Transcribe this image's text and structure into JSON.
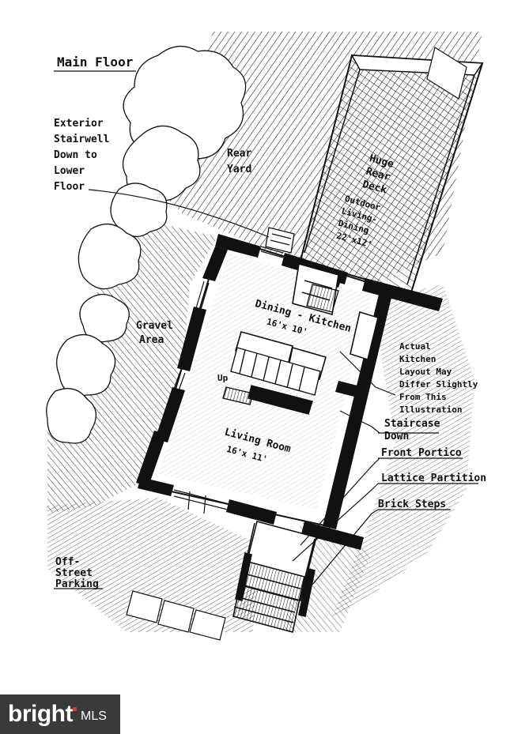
{
  "title": "Main Floor",
  "labels": {
    "exterior_stairwell": [
      "Exterior",
      "Stairwell",
      "Down to",
      "Lower",
      "Floor"
    ],
    "rear_yard": [
      "Rear",
      "Yard"
    ],
    "huge_rear_deck": [
      "Huge",
      "Rear",
      "Deck"
    ],
    "outdoor": [
      "Outdoor",
      "Living-",
      "Dining"
    ],
    "deck_size": "22'x12'",
    "gravel_area": [
      "Gravel",
      "Area"
    ],
    "dining_kitchen": "Dining - Kitchen",
    "dining_kitchen_size": "16'x 10'",
    "up": "Up",
    "living_room": "Living Room",
    "living_room_size": "16'x 11'",
    "kitchen_note": [
      "Actual",
      "Kitchen",
      "Layout May",
      "Differ Slightly",
      "From This",
      "Illustration"
    ],
    "staircase_down": [
      "Staircase",
      "Down"
    ],
    "front_portico": "Front Portico",
    "lattice_partition": "Lattice Partition",
    "brick_steps": "Brick Steps",
    "off_street_parking": [
      "Off-",
      "Street",
      "Parking"
    ]
  },
  "watermark": {
    "brand": "bright",
    "suffix": "MLS"
  }
}
